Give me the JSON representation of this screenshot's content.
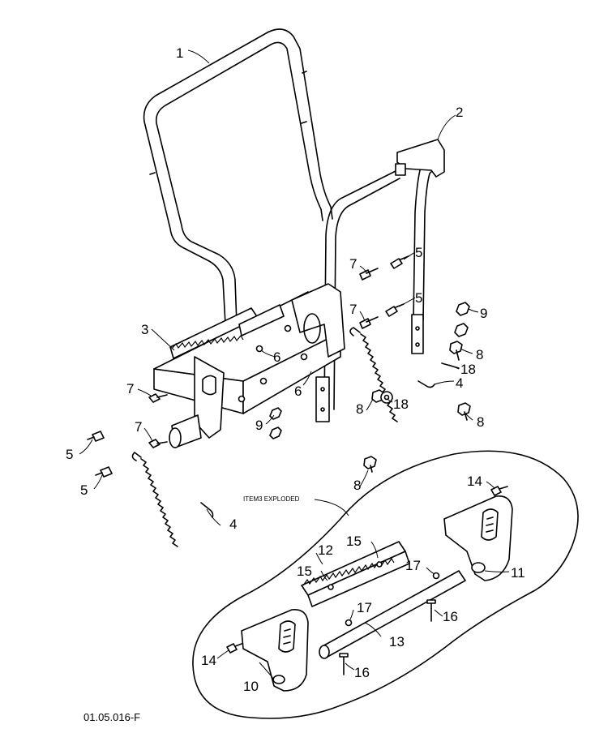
{
  "callouts": {
    "c1": "1",
    "c2": "2",
    "c3": "3",
    "c4a": "4",
    "c4b": "4",
    "c5a": "5",
    "c5b": "5",
    "c5c": "5",
    "c5d": "5",
    "c6a": "6",
    "c6b": "6",
    "c7a": "7",
    "c7b": "7",
    "c7c": "7",
    "c7d": "7",
    "c8a": "8",
    "c8b": "8",
    "c8c": "8",
    "c8d": "8",
    "c9a": "9",
    "c9b": "9",
    "c10": "10",
    "c11": "11",
    "c12": "12",
    "c13": "13",
    "c14a": "14",
    "c14b": "14",
    "c15a": "15",
    "c15b": "15",
    "c16a": "16",
    "c16b": "16",
    "c17a": "17",
    "c17b": "17",
    "c18a": "18",
    "c18b": "18"
  },
  "exploded_label": "ITEM3 EXPLODED",
  "figure_code": "01.05.016-F"
}
